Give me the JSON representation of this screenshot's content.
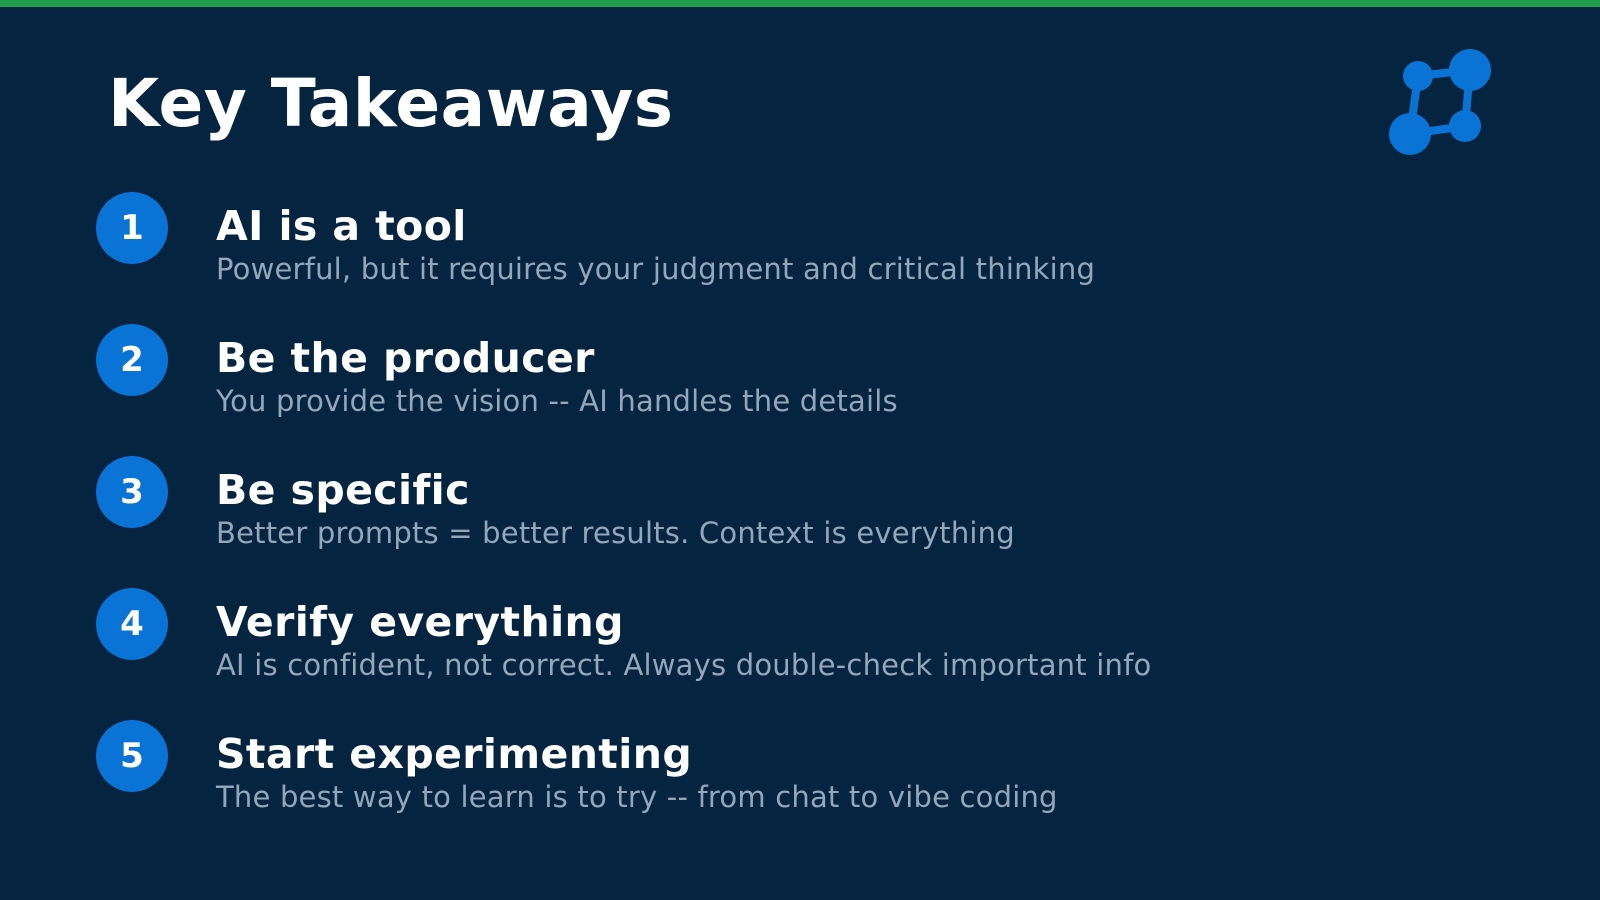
{
  "colors": {
    "background": "#042440",
    "top_bar": "#1f9d4a",
    "accent": "#0a74d6",
    "title": "#ffffff",
    "description": "#93a6ba"
  },
  "logo": {
    "icon": "network-nodes-icon"
  },
  "title": "Key Takeaways",
  "items": [
    {
      "number": "1",
      "title": "AI is a tool",
      "description": "Powerful, but it requires your judgment and critical thinking"
    },
    {
      "number": "2",
      "title": "Be the producer",
      "description": "You provide the vision -- AI handles the details"
    },
    {
      "number": "3",
      "title": "Be specific",
      "description": "Better prompts = better results. Context is everything"
    },
    {
      "number": "4",
      "title": "Verify everything",
      "description": "AI is confident, not correct. Always double-check important info"
    },
    {
      "number": "5",
      "title": "Start experimenting",
      "description": "The best way to learn is to try -- from chat to vibe coding"
    }
  ]
}
